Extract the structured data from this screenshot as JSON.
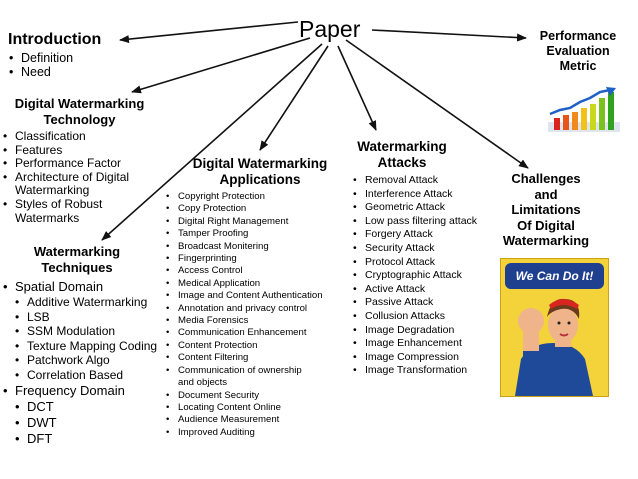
{
  "title": "Paper",
  "intro": {
    "heading": "Introduction",
    "items": [
      "Definition",
      "Need"
    ]
  },
  "technology": {
    "heading": [
      "Digital Watermarking",
      "Technology"
    ],
    "items": [
      "Classification",
      "Features",
      "Performance Factor",
      "Architecture of Digital Watermarking",
      "Styles of Robust Watermarks"
    ]
  },
  "techniques": {
    "heading": [
      "Watermarking",
      "Techniques"
    ],
    "spatial": {
      "label": "Spatial Domain",
      "items": [
        "Additive Watermarking",
        "LSB",
        "SSM Modulation",
        "Texture Mapping Coding",
        "Patchwork Algo",
        "Correlation Based"
      ]
    },
    "frequency": {
      "label": "Frequency Domain",
      "items": [
        "DCT",
        "DWT",
        "DFT"
      ]
    }
  },
  "applications": {
    "heading": [
      "Digital Watermarking",
      "Applications"
    ],
    "items": [
      "Copyright Protection",
      "Copy Protection",
      "Digital Right Management",
      "Tamper Proofing",
      "Broadcast Monitering",
      "Fingerprinting",
      "Access Control",
      "Medical Application",
      "Image and Content Authentication",
      "Annotation and privacy control",
      "Media Forensics",
      "Communication Enhancement",
      "Content Protection",
      "Content Filtering",
      "Communication of ownership and objects",
      "Document Security",
      "Locating Content Online",
      "Audience Measurement",
      "Improved Auditing"
    ]
  },
  "attacks": {
    "heading": [
      "Watermarking",
      "Attacks"
    ],
    "items": [
      "Removal Attack",
      "Interference Attack",
      "Geometric Attack",
      "Low pass filtering attack",
      "Forgery Attack",
      "Security Attack",
      "Protocol Attack",
      "Cryptographic Attack",
      "Active Attack",
      "Passive Attack",
      "Collusion Attacks",
      "Image Degradation",
      "Image Enhancement",
      "Image Compression",
      "Image Transformation"
    ]
  },
  "challenges": {
    "heading": [
      "Challenges",
      "and",
      "Limitations",
      "Of Digital",
      "Watermarking"
    ]
  },
  "performance": {
    "heading": [
      "Performance",
      "Evaluation",
      "Metric"
    ]
  },
  "poster": {
    "text": "We Can Do It!"
  },
  "colors": {
    "arrow": "#111111",
    "poster_bg": "#f4d23a",
    "poster_banner": "#1f3f8f"
  }
}
